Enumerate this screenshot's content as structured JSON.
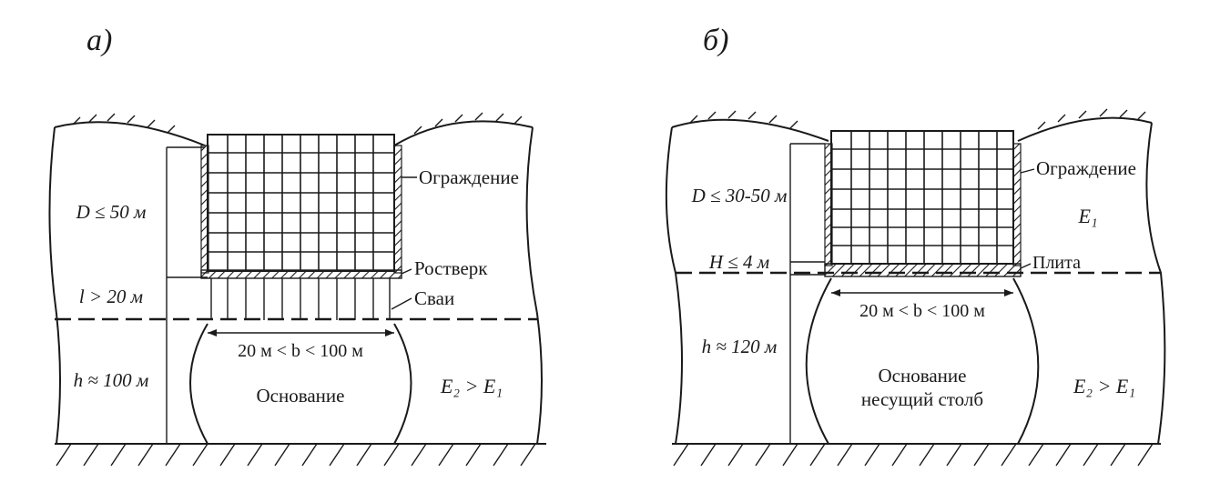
{
  "panel_a": {
    "letter": "а)",
    "depth_label": "D ≤ 50 м",
    "pile_length_label": "l > 20 м",
    "base_depth_label": "h ≈ 100 м",
    "width_label": "20 м < b < 100 м",
    "fence_label": "Ограждение",
    "grillage_label": "Ростверк",
    "piles_label": "Сваи",
    "foundation_label": "Основание",
    "modulus_label": "E₂ > E₁"
  },
  "panel_b": {
    "letter": "б)",
    "depth_label": "D ≤ 30-50 м",
    "slab_label": "H ≤ 4 м",
    "base_depth_label": "h ≈ 120 м",
    "width_label": "20 м < b < 100 м",
    "fence_label": "Ограждение",
    "slab_name_label": "Плита",
    "foundation_label": "Основание",
    "column_label": "несущий столб",
    "e1_label": "E₁",
    "modulus_label": "E₂ > E₁"
  }
}
